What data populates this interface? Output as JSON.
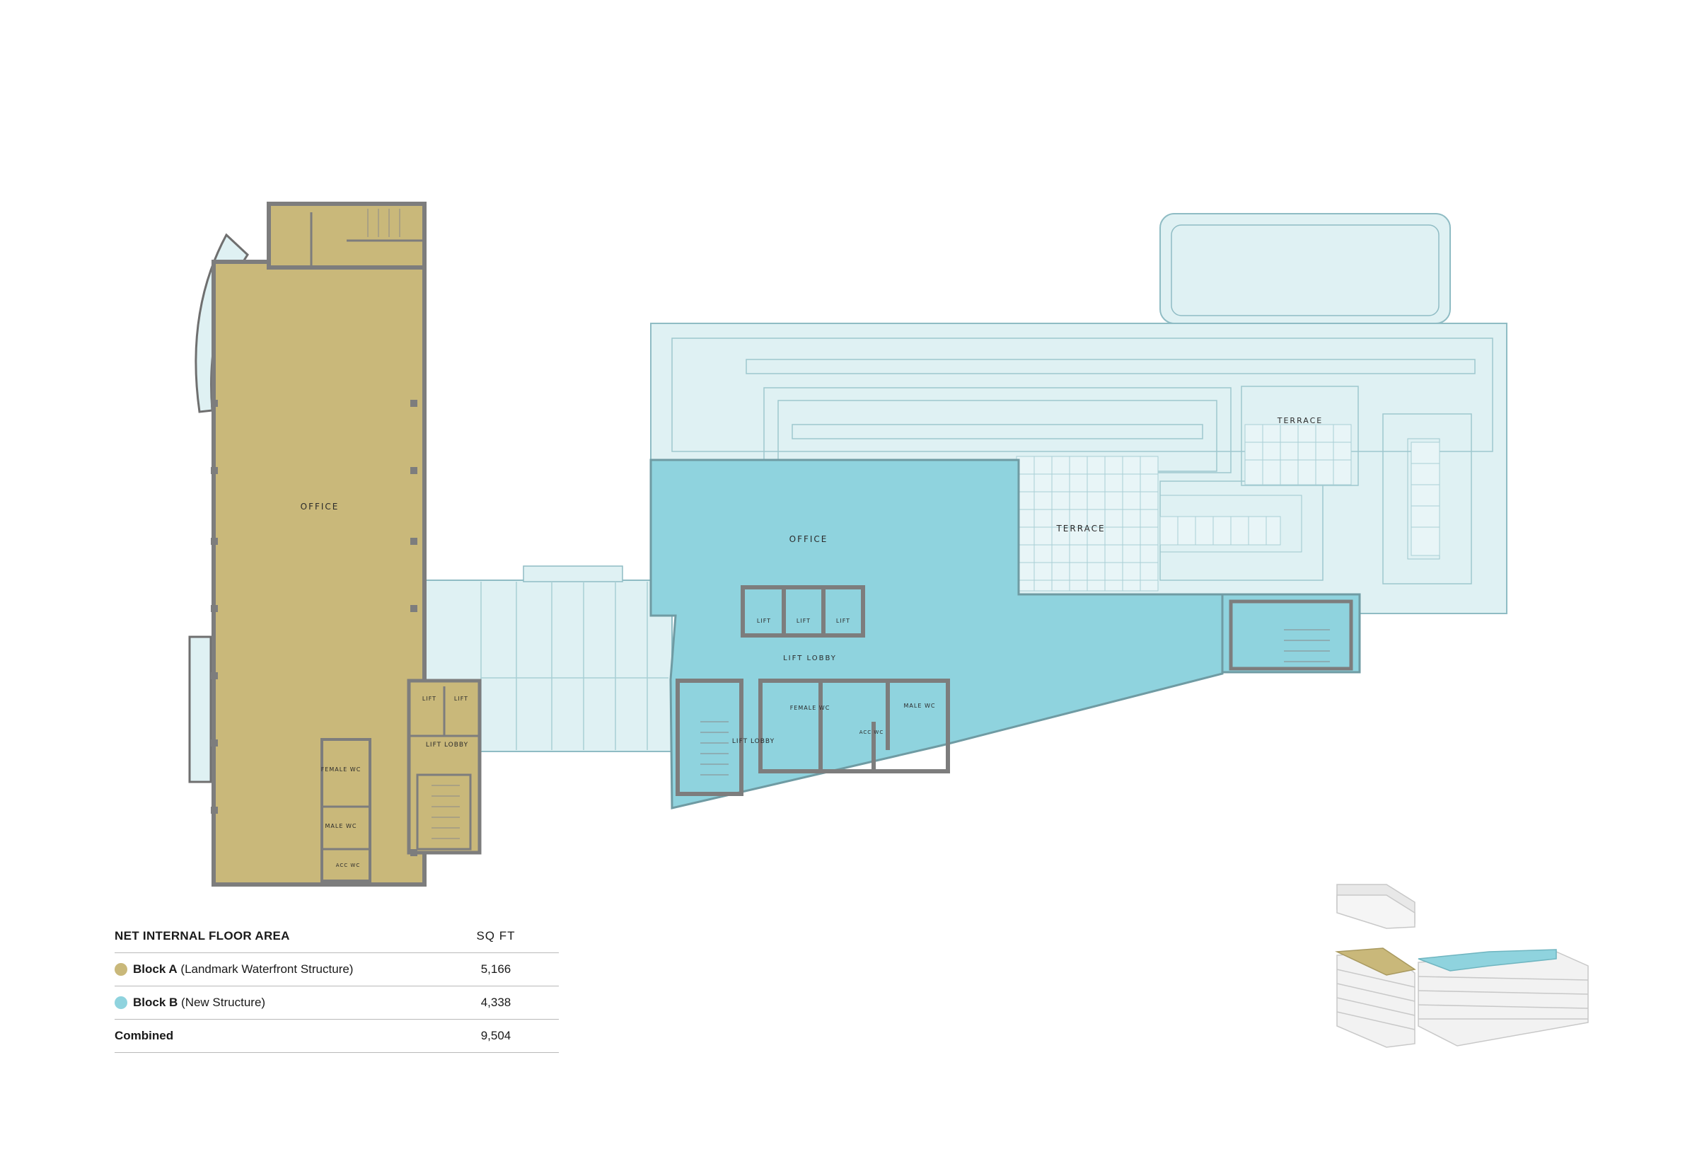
{
  "colors": {
    "block_a": "#c9b87a",
    "block_b": "#8fd3de",
    "block_b_light": "#dff1f3",
    "wall": "#7d7d7d"
  },
  "plan": {
    "block_a": {
      "office_label": "OFFICE",
      "lift_1": "LIFT",
      "lift_2": "LIFT",
      "lift_lobby": "LIFT LOBBY",
      "female_wc": "FEMALE WC",
      "male_wc": "MALE WC",
      "acc_wc": "ACC WC"
    },
    "block_b": {
      "office_label": "OFFICE",
      "lift_1": "LIFT",
      "lift_2": "LIFT",
      "lift_3": "LIFT",
      "lift_lobby": "LIFT LOBBY",
      "lift_lobby_2": "LIFT LOBBY",
      "female_wc": "FEMALE WC",
      "male_wc": "MALE WC",
      "acc_wc": "ACC WC",
      "terrace_1": "TERRACE",
      "terrace_2": "TERRACE"
    }
  },
  "table": {
    "title": "NET INTERNAL FLOOR AREA",
    "unit": "SQ FT",
    "rows": [
      {
        "name": "Block A",
        "desc": "(Landmark Waterfront Structure)",
        "value": "5,166",
        "color": "#c9b87a"
      },
      {
        "name": "Block B",
        "desc": "(New Structure)",
        "value": "4,338",
        "color": "#8fd3de"
      },
      {
        "name": "Combined",
        "desc": "",
        "value": "9,504"
      }
    ]
  }
}
